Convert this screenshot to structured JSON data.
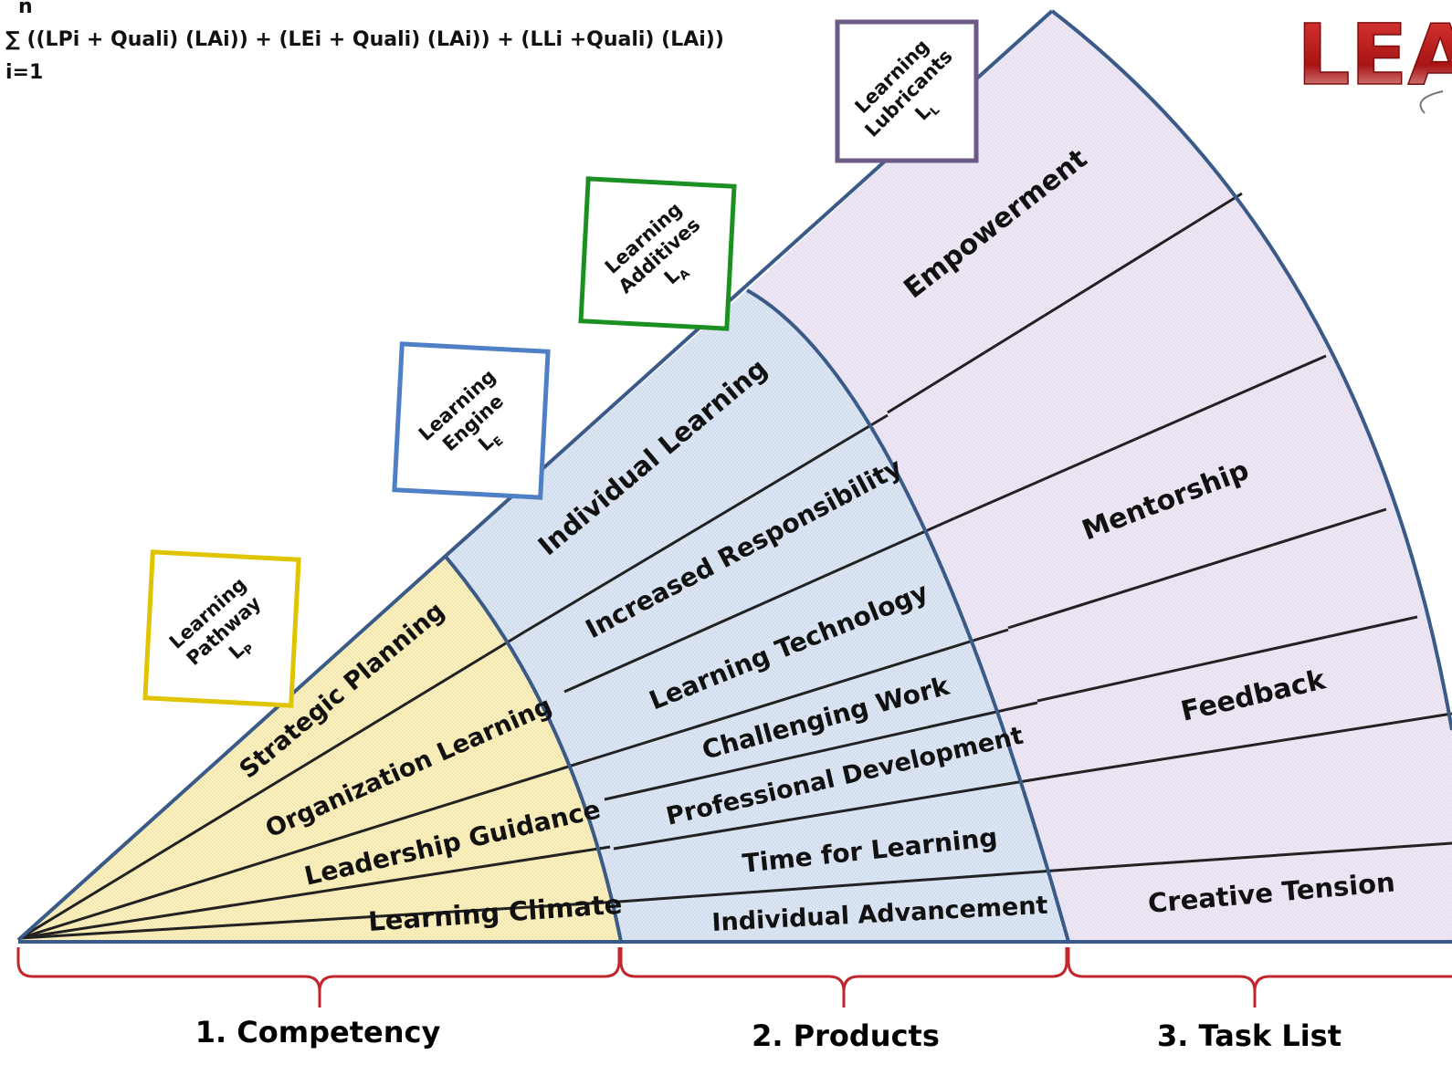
{
  "formula": {
    "upper": "n",
    "expression": "∑ ((LPi + Quali) (LAi)) + (LEi + Quali) (LAi)) + (LLi +Quali) (LAi))",
    "lower": "i=1"
  },
  "logo": {
    "text": "LEA"
  },
  "tags": [
    {
      "line1": "Learning",
      "line2": "Pathway",
      "symbol": "L",
      "sub": "P",
      "color": "#e0c400"
    },
    {
      "line1": "Learning",
      "line2": "Engine",
      "symbol": "L",
      "sub": "E",
      "color": "#4f7fc4"
    },
    {
      "line1": "Learning",
      "line2": "Additives",
      "symbol": "L",
      "sub": "A",
      "color": "#1c8f23"
    },
    {
      "line1": "Learning",
      "line2": "Lubricants",
      "symbol": "L",
      "sub": "L",
      "color": "#6b5a86"
    }
  ],
  "competency": [
    "Strategic Planning",
    "Organization Learning",
    "Leadership Guidance",
    "Learning Climate"
  ],
  "products": [
    "Individual Learning",
    "Increased Responsibility",
    "Learning Technology",
    "Challenging Work",
    "Professional Development",
    "Time for Learning",
    "Individual Advancement"
  ],
  "tasks": [
    "Empowerment",
    "Mentorship",
    "Feedback",
    "Creative Tension"
  ],
  "categories": [
    "1. Competency",
    "2. Products",
    "3. Task List"
  ],
  "colors": {
    "competency_fill": "#fbf1c1",
    "products_fill": "#dce6f3",
    "tasks_fill": "#eee8f5",
    "outline": "#3a5a88",
    "brace": "#c0262c"
  }
}
